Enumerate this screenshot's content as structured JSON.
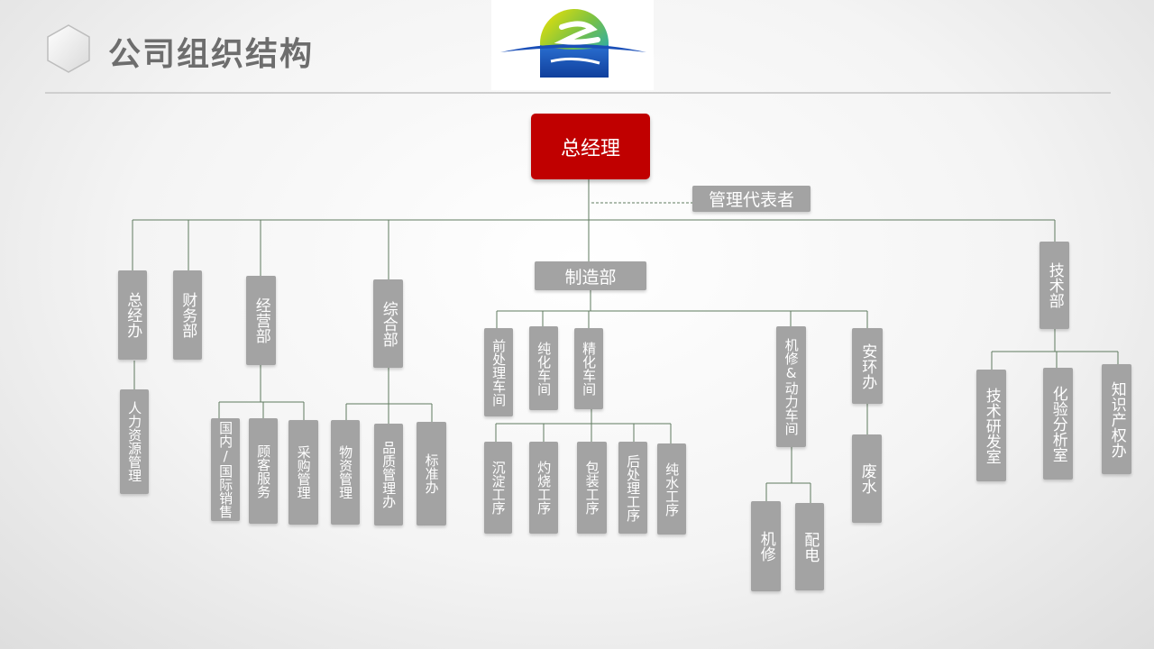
{
  "title": "公司组织结构",
  "chart": {
    "ceo": "总经理",
    "rep": "管理代表者",
    "zongjingban": "总经办",
    "renli": "人力资源管理",
    "caiwu": "财务部",
    "jingying": "经营部",
    "guonei": "国内/国际销售",
    "guke": "顾客服务",
    "caigou": "采购管理",
    "zonghe": "综合部",
    "wuzi": "物资管理",
    "pinzhi": "品质管理办",
    "biaozhun": "标准办",
    "zhizao": "制造部",
    "qianchuli": "前处理车间",
    "chunhua": "纯化车间",
    "jinghua": "精化车间",
    "chendian": "沉淀工序",
    "zhuoshao": "灼烧工序",
    "baozhuang": "包装工序",
    "houchuli": "后处理工序",
    "chunshui": "纯水工序",
    "jixiu_dongli": "机修&动力车间",
    "jixiu": "机修",
    "peidian": "配电",
    "anhuan": "安环办",
    "feishui": "废水",
    "jishu": "技术部",
    "jishuyanfa": "技术研发室",
    "huayan": "化验分析室",
    "zhishi": "知识产权办"
  },
  "colors": {
    "ceo": "#c00000",
    "box": "#a3a3a3",
    "line": "#5f7a5f",
    "title": "#6d6d6d"
  },
  "icons": {
    "header": "hexagon-icon",
    "logo": "company-logo"
  }
}
